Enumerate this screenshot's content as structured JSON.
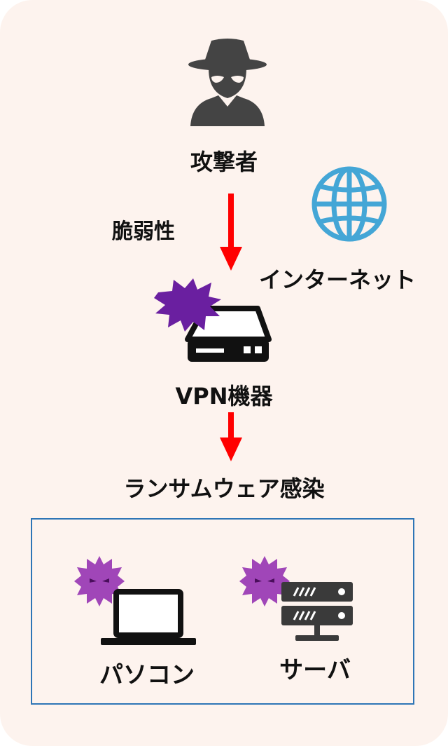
{
  "labels": {
    "attacker": "攻撃者",
    "vulnerability": "脆弱性",
    "internet": "インターネット",
    "vpn_device": "VPN機器",
    "ransomware_infection": "ランサムウェア感染",
    "pc": "パソコン",
    "server": "サーバ"
  },
  "icons": {
    "attacker": "hacker-icon",
    "internet": "globe-icon",
    "vpn_device": "network-device-icon",
    "pc": "laptop-icon",
    "server": "server-rack-icon",
    "malware": "virus-icon"
  },
  "colors": {
    "background": "#fdf3ee",
    "arrow": "#ff0000",
    "globe": "#44a6d6",
    "virus_dark": "#6a1fa0",
    "virus_light": "#a046b8",
    "device": "#111111",
    "server": "#3a3a3a",
    "network_border": "#2e75b6"
  }
}
